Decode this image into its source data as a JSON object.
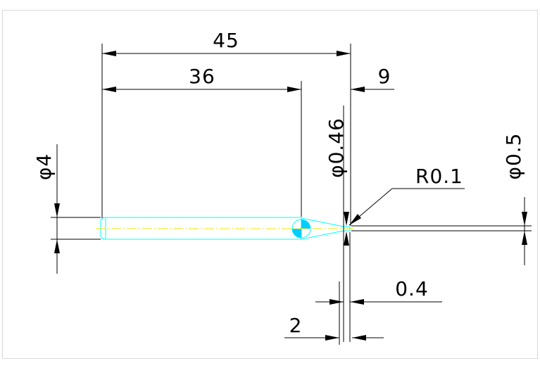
{
  "dimensions": {
    "overall_length": "45",
    "shank_length": "36",
    "tip_length": "9",
    "shank_diameter": "φ4",
    "neck_diameter": "φ0.46",
    "tip_diameter": "φ0.5",
    "tip_radius": "R0.1",
    "tip_flat": "0.4",
    "tip_offset": "2"
  },
  "colors": {
    "background": "#ffffff",
    "dimension_lines": "#000000",
    "part_outline": "#00ffff",
    "centerline": "#e8e800"
  }
}
